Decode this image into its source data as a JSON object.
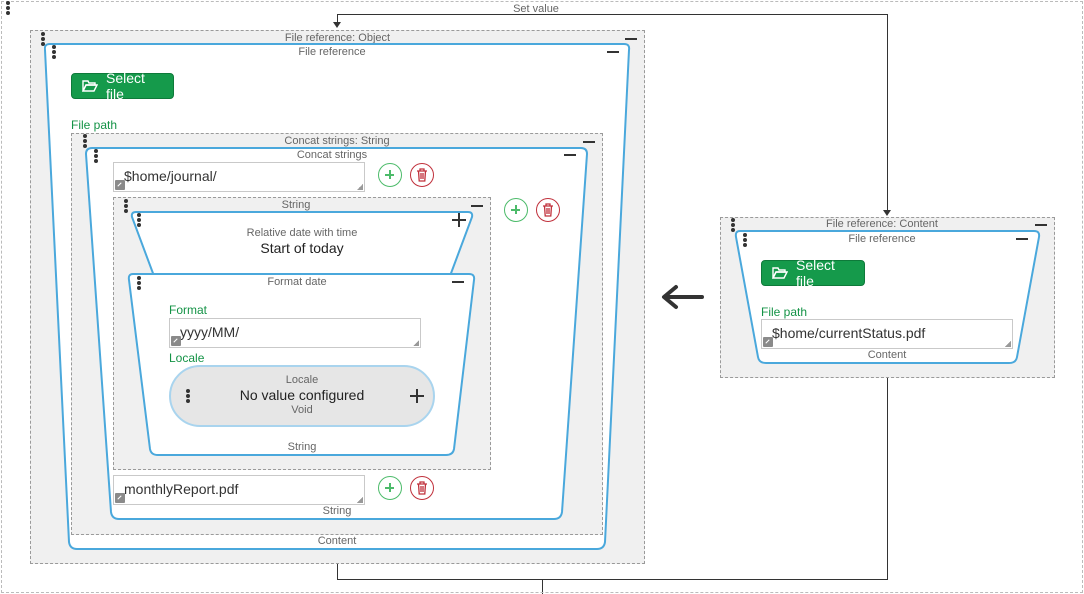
{
  "outer": {
    "caption": "Set value"
  },
  "left": {
    "object_caption": "File reference: Object",
    "card_title": "File reference",
    "select_file_label": "Select file",
    "file_path_label": "File path",
    "content_caption": "Content",
    "concat": {
      "outer_caption": "Concat strings: String",
      "card_title": "Concat strings",
      "field1_value": "$home/journal/",
      "field3_value": "monthlyReport.pdf",
      "field3_caption": "String",
      "string_group": {
        "caption": "String",
        "relative_date_label": "Relative date with time",
        "relative_date_value": "Start of today",
        "format_date_title": "Format date",
        "format_label": "Format",
        "format_value": "yyyy/MM/",
        "locale_label": "Locale",
        "locale_pill_caption": "Locale",
        "locale_pill_value": "No value configured",
        "locale_pill_type": "Void",
        "format_date_type": "String"
      }
    }
  },
  "right": {
    "content_caption_top": "File reference: Content",
    "card_title": "File reference",
    "select_file_label": "Select file",
    "file_path_label": "File path",
    "file_path_value": "$home/currentStatus.pdf",
    "content_caption": "Content"
  },
  "colors": {
    "accent_blue": "#4aa8dc",
    "green": "#159a4b",
    "red": "#c0303b"
  },
  "icons": [
    "drag-dots-icon",
    "minus-icon",
    "plus-icon",
    "folder-open-icon",
    "add-circle-icon",
    "trash-icon",
    "expression-tag-icon",
    "arrow-left-icon"
  ]
}
